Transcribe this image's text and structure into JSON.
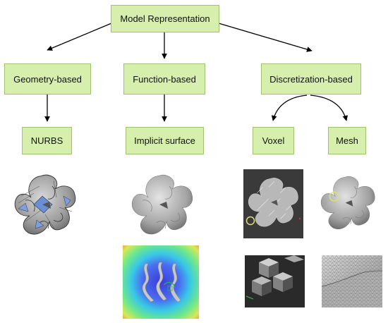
{
  "diagram": {
    "nodes": [
      {
        "id": "root",
        "label": "Model Representation"
      },
      {
        "id": "geometry",
        "label": "Geometry-based"
      },
      {
        "id": "function",
        "label": "Function-based"
      },
      {
        "id": "discretization",
        "label": "Discretization-based"
      },
      {
        "id": "nurbs",
        "label": "NURBS"
      },
      {
        "id": "implicit",
        "label": "Implicit surface"
      },
      {
        "id": "voxel",
        "label": "Voxel"
      },
      {
        "id": "mesh",
        "label": "Mesh"
      }
    ],
    "edges": [
      {
        "from": "root",
        "to": "geometry"
      },
      {
        "from": "root",
        "to": "function"
      },
      {
        "from": "root",
        "to": "discretization"
      },
      {
        "from": "geometry",
        "to": "nurbs"
      },
      {
        "from": "function",
        "to": "implicit"
      },
      {
        "from": "discretization",
        "to": "voxel"
      },
      {
        "from": "discretization",
        "to": "mesh"
      }
    ]
  },
  "images": [
    {
      "id": "nurbs-gyroid-model",
      "caption_node": "nurbs"
    },
    {
      "id": "implicit-gyroid-model",
      "caption_node": "implicit"
    },
    {
      "id": "implicit-distance-field",
      "caption_node": "implicit"
    },
    {
      "id": "voxel-gyroid-model",
      "caption_node": "voxel"
    },
    {
      "id": "voxel-closeup",
      "caption_node": "voxel"
    },
    {
      "id": "mesh-gyroid-model",
      "caption_node": "mesh"
    },
    {
      "id": "mesh-closeup",
      "caption_node": "mesh"
    }
  ],
  "colors": {
    "box_fill": "#d6efac",
    "box_border": "#9fc26e",
    "arrow": "#000000"
  }
}
